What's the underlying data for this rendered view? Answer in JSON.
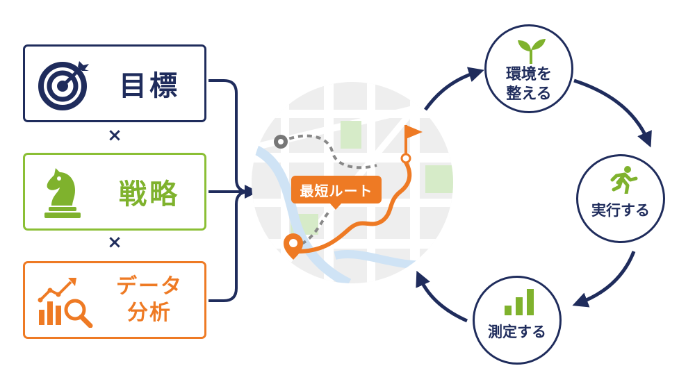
{
  "inputs": {
    "goal": {
      "label": "目標",
      "icon": "target-icon",
      "color": "#1f2c5c"
    },
    "strategy": {
      "label": "戦略",
      "icon": "chess-knight-icon",
      "color": "#7fb22d"
    },
    "data_analysis": {
      "label_line1": "データ",
      "label_line2": "分析",
      "icon": "chart-magnifier-icon",
      "color": "#ee7a24"
    },
    "operator": "×"
  },
  "map": {
    "route_label": "最短ルート",
    "route_color": "#ee7a24",
    "icons": [
      "map-pin-icon",
      "flag-icon"
    ]
  },
  "cycle": {
    "environment": {
      "line1": "環境を",
      "line2": "整える",
      "icon": "sprout-icon"
    },
    "execute": {
      "label": "実行する",
      "icon": "running-person-icon"
    },
    "measure": {
      "label": "測定する",
      "icon": "bar-chart-icon"
    },
    "stroke_color": "#1f2c5c"
  }
}
